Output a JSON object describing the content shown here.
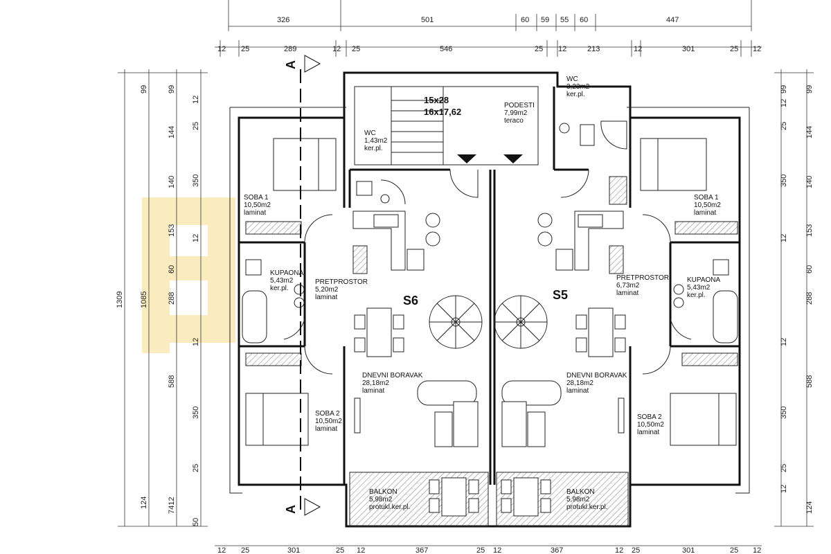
{
  "dimensions": {
    "top_row1": [
      "326",
      "501",
      "60",
      "59",
      "55",
      "60",
      "447"
    ],
    "top_row2": [
      "12",
      "25",
      "289",
      "12",
      "25",
      "546",
      "25",
      "12",
      "213",
      "12",
      "301",
      "25",
      "12"
    ],
    "bottom_row": [
      "12",
      "25",
      "301",
      "25",
      "12",
      "367",
      "25",
      "12",
      "367",
      "12",
      "25",
      "301",
      "25",
      "12"
    ],
    "left_total": "1309",
    "left_sub": "1085",
    "left_col": [
      "99",
      "144",
      "140",
      "153",
      "60",
      "288",
      "588",
      "124"
    ],
    "left_col2": [
      "99",
      "12",
      "25",
      "350",
      "12",
      "12",
      "350",
      "25",
      "7412",
      "50"
    ],
    "right_col": [
      "12",
      "99",
      "25",
      "350",
      "12",
      "12",
      "350",
      "25",
      "12"
    ],
    "right_col2": [
      "99",
      "144",
      "140",
      "153",
      "60",
      "288",
      "588",
      "124"
    ]
  },
  "section_marker": "A",
  "stair": {
    "line1": "15x28",
    "line2": "16x17,62"
  },
  "rooms": {
    "podesti": {
      "name": "PODESTI",
      "area": "7,99m2",
      "floor": "teraco"
    },
    "wc_left": {
      "name": "WC",
      "area": "1,43m2",
      "floor": "ker.pl."
    },
    "wc_right": {
      "name": "WC",
      "area": "3,23m2",
      "floor": "ker.pl."
    },
    "soba1_left": {
      "name": "SOBA 1",
      "area": "10,50m2",
      "floor": "laminat"
    },
    "soba1_right": {
      "name": "SOBA 1",
      "area": "10,50m2",
      "floor": "laminat"
    },
    "kupaona_left": {
      "name": "KUPAONA",
      "area": "5,43m2",
      "floor": "ker.pl."
    },
    "kupaona_right": {
      "name": "KUPAONA",
      "area": "5,43m2",
      "floor": "ker.pl."
    },
    "pretprostor_left": {
      "name": "PRETPROSTOR",
      "area": "5,20m2",
      "floor": "laminat"
    },
    "pretprostor_right": {
      "name": "PRETPROSTOR",
      "area": "6,73m2",
      "floor": "laminat"
    },
    "dnevni_left": {
      "name": "DNEVNI BORAVAK",
      "area": "28,18m2",
      "floor": "laminat"
    },
    "dnevni_right": {
      "name": "DNEVNI BORAVAK",
      "area": "28,18m2",
      "floor": "laminat"
    },
    "soba2_left": {
      "name": "SOBA 2",
      "area": "10,50m2",
      "floor": "laminat"
    },
    "soba2_right": {
      "name": "SOBA 2",
      "area": "10,50m2",
      "floor": "laminat"
    },
    "balkon_left": {
      "name": "BALKON",
      "area": "5,98m2",
      "floor": "protukl.ker.pl."
    },
    "balkon_right": {
      "name": "BALKON",
      "area": "5,98m2",
      "floor": "protukl.ker.pl."
    }
  },
  "units": {
    "left": "S6",
    "right": "S5"
  },
  "colors": {
    "line": "#111111",
    "watermark": "#f6c94a"
  }
}
